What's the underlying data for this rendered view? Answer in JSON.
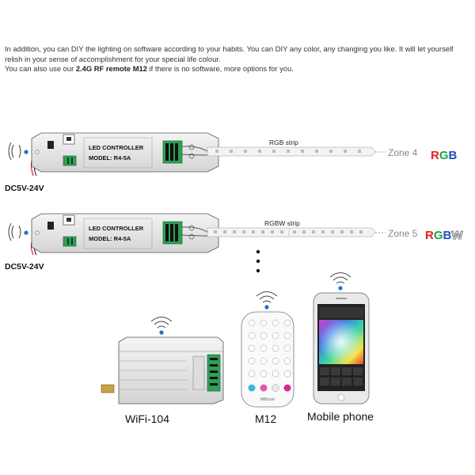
{
  "intro": {
    "line1": "In addition, you can DIY the lighting on software according to your habits. You can DIY any color, any changing you like. It will let yourself relish in your sense of accomplishment for your special life colour.",
    "line2_prefix": "You can also use our ",
    "line2_bold": "2.4G RF remote M12",
    "line2_suffix": " if there is no software, more options for you."
  },
  "controllers": [
    {
      "title": "LED CONTROLLER",
      "model": "MODEL: R4-5A",
      "power": "DC5V-24V",
      "strip": "RGB strip",
      "zone": "Zone 4",
      "logo": "RGB"
    },
    {
      "title": "LED CONTROLLER",
      "model": "MODEL: R4-5A",
      "power": "DC5V-24V",
      "strip": "RGBW strip",
      "zone": "Zone 5",
      "logo": "RGBW"
    }
  ],
  "devices": {
    "wifi": "WiFi-104",
    "remote": "M12",
    "remote_brand": "MiBoxer",
    "phone": "Mobile phone"
  },
  "colors": {
    "signal": "#1a73c8",
    "logo_r": "#e2231a",
    "logo_g": "#1ea34a",
    "logo_b": "#1f4fbf",
    "terminal_green": "#2f9e57"
  }
}
